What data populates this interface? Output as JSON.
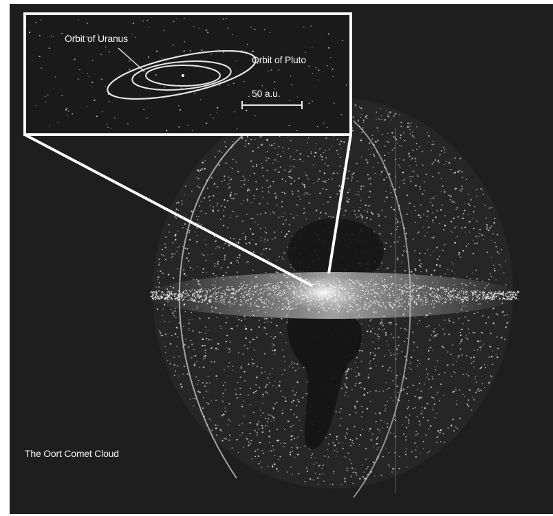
{
  "labels": {
    "uranus_orbit": "Orbit of Uranus",
    "pluto_orbit": "Orbit of Pluto",
    "scale_bar": "50 a.u.",
    "caption": "The Oort Comet Cloud"
  },
  "colors": {
    "background": "#1e1e1e",
    "particles": "#ededed",
    "frame": "#ffffff",
    "page": "#ffffff"
  }
}
